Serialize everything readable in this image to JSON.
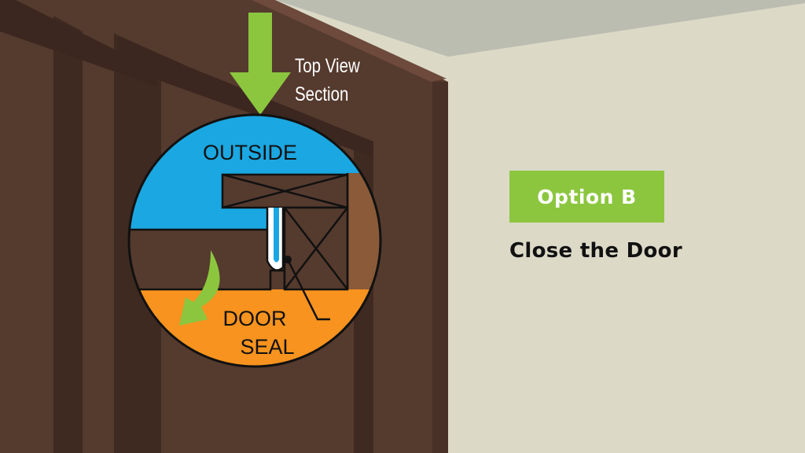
{
  "diagram": {
    "top_view_line1": "Top View",
    "top_view_line2": "Section",
    "outside_label": "OUTSIDE",
    "door_label": "DOOR",
    "seal_label": "SEAL"
  },
  "panel": {
    "option_label": "Option B",
    "instruction": "Close the Door"
  },
  "colors": {
    "wall": "#dcd9c7",
    "door": "#553a2e",
    "outside": "#1ba7e1",
    "inside": "#f7931e",
    "arrow": "#8cc63f"
  }
}
